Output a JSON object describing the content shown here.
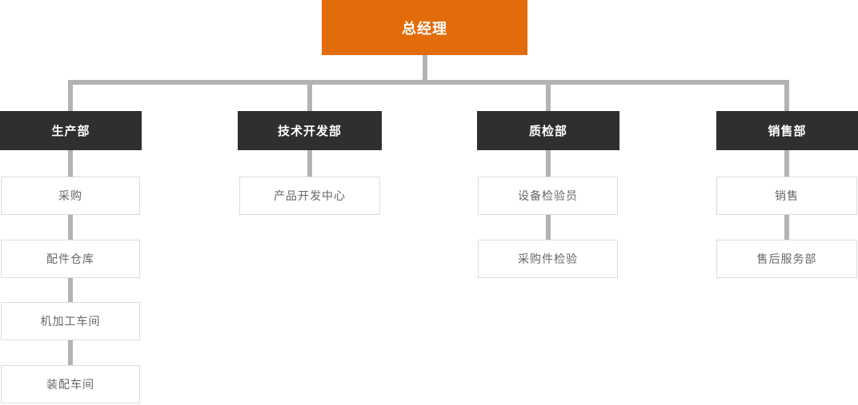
{
  "diagram": {
    "type": "org-chart",
    "root": {
      "label": "总经理"
    },
    "departments": [
      {
        "label": "生产部",
        "children": [
          "采购",
          "配件仓库",
          "机加工车间",
          "装配车间"
        ]
      },
      {
        "label": "技术开发部",
        "children": [
          "产品开发中心"
        ]
      },
      {
        "label": "质检部",
        "children": [
          "设备检验员",
          "采购件检验"
        ]
      },
      {
        "label": "销售部",
        "children": [
          "销售",
          "售后服务部"
        ]
      }
    ],
    "colors": {
      "root_bg": "#e36c0a",
      "dept_bg": "#2f2f2f",
      "sub_bg": "#ffffff",
      "sub_border": "#dcdcdc",
      "connector": "#b3b3b3",
      "root_text": "#ffffff",
      "dept_text": "#ffffff",
      "sub_text": "#666666"
    }
  }
}
